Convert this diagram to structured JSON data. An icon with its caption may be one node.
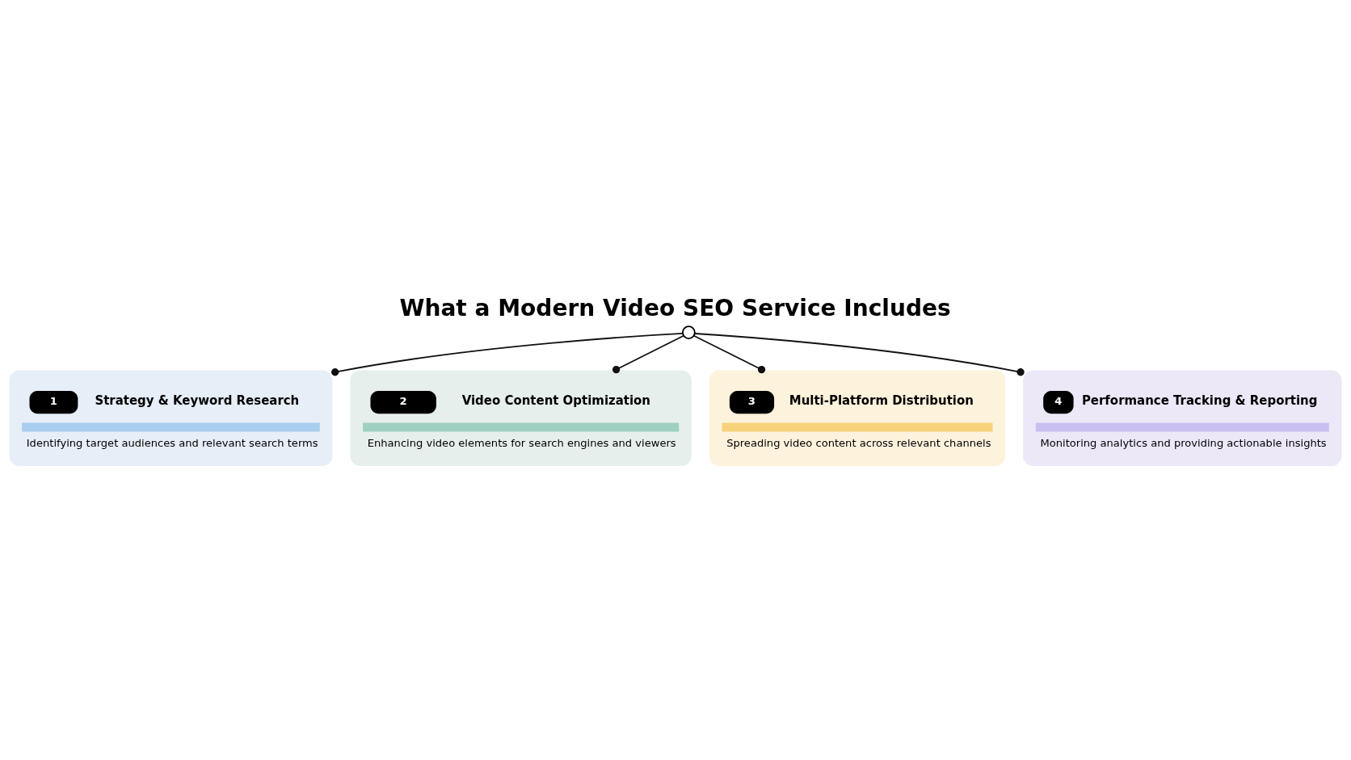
{
  "diagram": {
    "title": "What a Modern Video SEO Service Includes",
    "nodes": [
      {
        "text": [],
        "shape": "circle"
      },
      {
        "text": [
          "1",
          "Strategy & Keyword Research",
          "Identifying target audiences and relevant search terms"
        ]
      },
      {
        "text": [
          "2",
          "Video Content Optimization",
          "Enhancing video elements for search engines and viewers"
        ]
      },
      {
        "text": [
          "3",
          "Multi-Platform Distribution",
          "Spreading video content across relevant channels"
        ]
      },
      {
        "text": [
          "4",
          "Performance Tracking & Reporting",
          "Monitoring analytics and providing actionable insights"
        ]
      }
    ],
    "edges": [
      {
        "from": 0,
        "to": 1,
        "arrow": "other"
      },
      {
        "from": 0,
        "to": 2,
        "arrow": "other"
      },
      {
        "from": 0,
        "to": 3,
        "arrow": "other"
      },
      {
        "from": 0,
        "to": 4,
        "arrow": "other"
      }
    ]
  }
}
